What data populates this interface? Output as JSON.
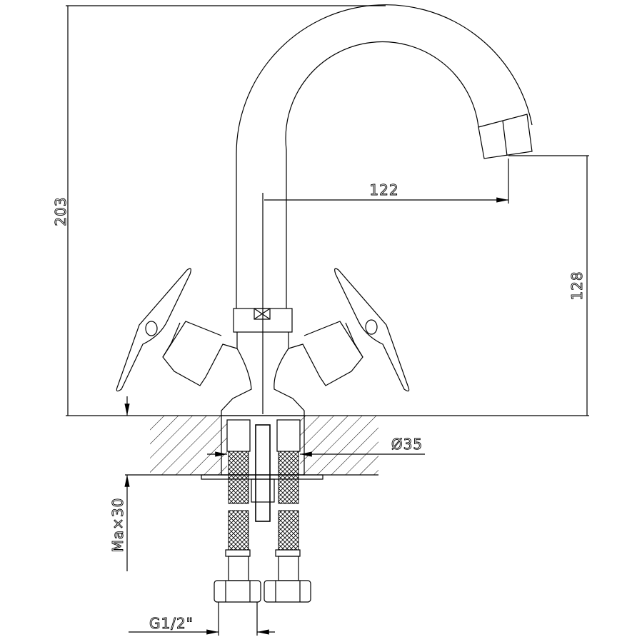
{
  "drawing": {
    "title": "Faucet dimension drawing",
    "dimensions": {
      "total_height": "203",
      "spout_reach": "122",
      "spout_height": "128",
      "hole_diameter": "Ø35",
      "max_counter_thickness": "Ma×30",
      "connection_thread": "G1/2\""
    },
    "colors": {
      "line": "#000000",
      "background": "#ffffff"
    }
  }
}
